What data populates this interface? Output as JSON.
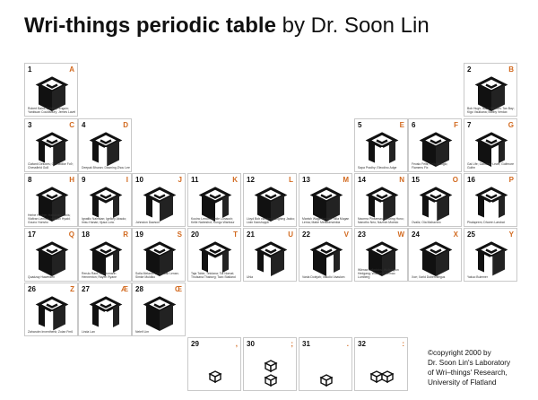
{
  "title": {
    "bold": "Wri-things periodic table",
    "rest": " by Dr. Soon Lin"
  },
  "colors": {
    "symbol": "#d2691e",
    "glyph": "#111111",
    "border": "#c9c9c9"
  },
  "elements": [
    {
      "num": "1",
      "sym": "A",
      "caption": "Robert Baird; Sabbiq Penguin; Yanktuan Couldsbury; Jemes Lavel"
    },
    {
      "num": "2",
      "sym": "B",
      "caption": "Bob Hugh; Isaac Newton; Tan Bay; Kigo Vaulkana; Bobby Verdax"
    },
    {
      "num": "3",
      "sym": "C",
      "caption": "Clafanti Deluxes; Glamedike Fo9; Chessfield Go8"
    },
    {
      "num": "4",
      "sym": "D",
      "caption": "Deepak Bhuran; Dawning Zhou Lee"
    },
    {
      "num": "5",
      "sym": "E",
      "caption": "Sapa Pradhy; Eleodino Adge"
    },
    {
      "num": "6",
      "sym": "F",
      "caption": "Fevalo Fells; Felic Mooglo; Flamens Fix"
    },
    {
      "num": "7",
      "sym": "G",
      "caption": "Gal Life; Gandhay Lewit; Golfmore Golfm"
    },
    {
      "num": "8",
      "sym": "H",
      "caption": "Herbe Hindge; Handoum Lanis; Vlaltran Lennex; Hossan Hyaid; Gouno Honsho"
    },
    {
      "num": "9",
      "sym": "I",
      "caption": "Ignatlio Naimkan; Igelkey Abaolo; Imsu Hanan; Iljusa Lonc"
    },
    {
      "num": "10",
      "sym": "J",
      "caption": "Johnston Dawson"
    },
    {
      "num": "11",
      "sym": "K",
      "caption": "Kooinc Lenon; Kenlie Lonaoch; Kelle Nabeshot; Kungo Warbour"
    },
    {
      "num": "12",
      "sym": "L",
      "caption": "Lloyd Bob van der; Laughing Jacko; Lioin Kanshuppli"
    },
    {
      "num": "13",
      "sym": "M",
      "caption": "Manish Wagenheimer; Mila Mugan Lerna; Mabe Messkerwinkla"
    },
    {
      "num": "14",
      "sym": "N",
      "caption": "Naomra Pinsemas; Neuring Hono; Nanotho Neo; Nazmin Moeslo"
    },
    {
      "num": "15",
      "sym": "O",
      "caption": "Ovaliz; Ola Mahavoro"
    },
    {
      "num": "16",
      "sym": "P",
      "caption": "Phalaprem; Dhoren Larsbat"
    },
    {
      "num": "17",
      "sym": "Q",
      "caption": "Quadzay Hawerden"
    },
    {
      "num": "18",
      "sym": "R",
      "caption": "Rerulu Rant; Randomarin Hennenton; Rayen Ryane"
    },
    {
      "num": "19",
      "sym": "S",
      "caption": "Sotla Melano; Sordo Lak Lenan; Simke Muldiko"
    },
    {
      "num": "20",
      "sym": "T",
      "caption": "Taja Tobin; Tetolana; Tia Nomat; Thulsana Thaborg; Tavo Stalland"
    },
    {
      "num": "21",
      "sym": "U",
      "caption": "Uhla"
    },
    {
      "num": "22",
      "sym": "V",
      "caption": "Vanla Dolejah; Vasolio Vaaslom"
    },
    {
      "num": "23",
      "sym": "W",
      "caption": "Wlenax Lefadolos; Wollungton Hedgang; Wolmuld; Hemao Lumberg"
    },
    {
      "num": "24",
      "sym": "X",
      "caption": "Xoe; Xarld Dubervillegus"
    },
    {
      "num": "25",
      "sym": "Y",
      "caption": "Yakuo Bulemer"
    },
    {
      "num": "26",
      "sym": "Z",
      "caption": "Zaharubn Inventhenk; Zoian Fm6"
    },
    {
      "num": "27",
      "sym": "Æ",
      "caption": "Linda Lan"
    },
    {
      "num": "28",
      "sym": "Œ",
      "caption": "Neleif Lim"
    },
    {
      "num": "29",
      "sym": ",",
      "caption": ""
    },
    {
      "num": "30",
      "sym": ";",
      "caption": ""
    },
    {
      "num": "31",
      "sym": ".",
      "caption": ""
    },
    {
      "num": "32",
      "sym": ":",
      "caption": ""
    }
  ],
  "copyright": [
    "©copyright 2000 by",
    "Dr. Soon Lin's Laboratory",
    "of Wri–things' Research,",
    "University of Flatland"
  ]
}
